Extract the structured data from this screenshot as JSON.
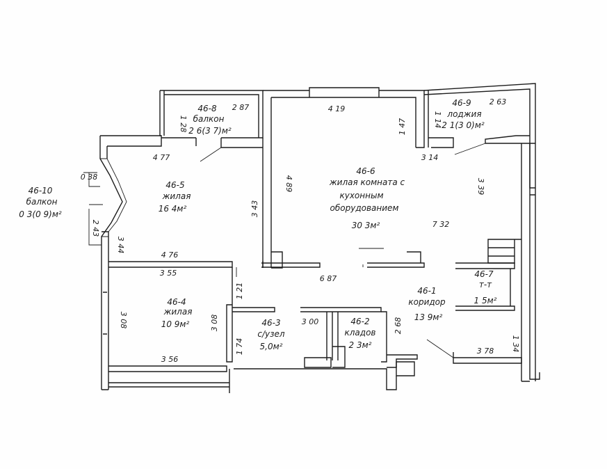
{
  "rooms": {
    "balcony_small": {
      "number": "46-10",
      "name": "балкон",
      "area": "0 3(0 9)м²"
    },
    "balcony_top": {
      "number": "46-8",
      "name": "балкон",
      "area": "2 6(3 7)м²"
    },
    "loggia": {
      "number": "46-9",
      "name": "лоджия",
      "area": "2 1(3 0)м²"
    },
    "living_5": {
      "number": "46-5",
      "name": "жилая",
      "area": "16 4м²"
    },
    "living_6": {
      "number": "46-6",
      "name_lines": [
        "жилая комната с",
        "кухонным",
        "оборудованием"
      ],
      "area": "30 3м²"
    },
    "living_4": {
      "number": "46-4",
      "name": "жилая",
      "area": "10 9м²"
    },
    "bathroom": {
      "number": "46-3",
      "name": "с/узел",
      "area": "5,0м²"
    },
    "storage": {
      "number": "46-2",
      "name": "кладов",
      "area": "2 3м²"
    },
    "corridor": {
      "number": "46-1",
      "name": "коридор",
      "area": "13 9м²"
    },
    "toilet": {
      "number": "46-7",
      "name": "т-т",
      "area": "1 5м²"
    }
  },
  "dimensions": {
    "d_287": "2 87",
    "d_128": "1 28",
    "d_419": "4 19",
    "d_263": "2 63",
    "d_114": "1 14",
    "d_147": "1 47",
    "d_477": "4 77",
    "d_314": "3 14",
    "d_038": "0 38",
    "d_489": "4 89",
    "d_343": "3 43",
    "d_339": "3 39",
    "d_243": "2 43",
    "d_732": "7 32",
    "d_344": "3 44",
    "d_476": "4 76",
    "d_355": "3 55",
    "d_687": "6 87",
    "d_121": "1 21",
    "d_308a": "3 08",
    "d_308b": "3 08",
    "d_300": "3 00",
    "d_268": "2 68",
    "d_174": "1 74",
    "d_356": "3 56",
    "d_378": "3 78",
    "d_134": "1 34"
  }
}
